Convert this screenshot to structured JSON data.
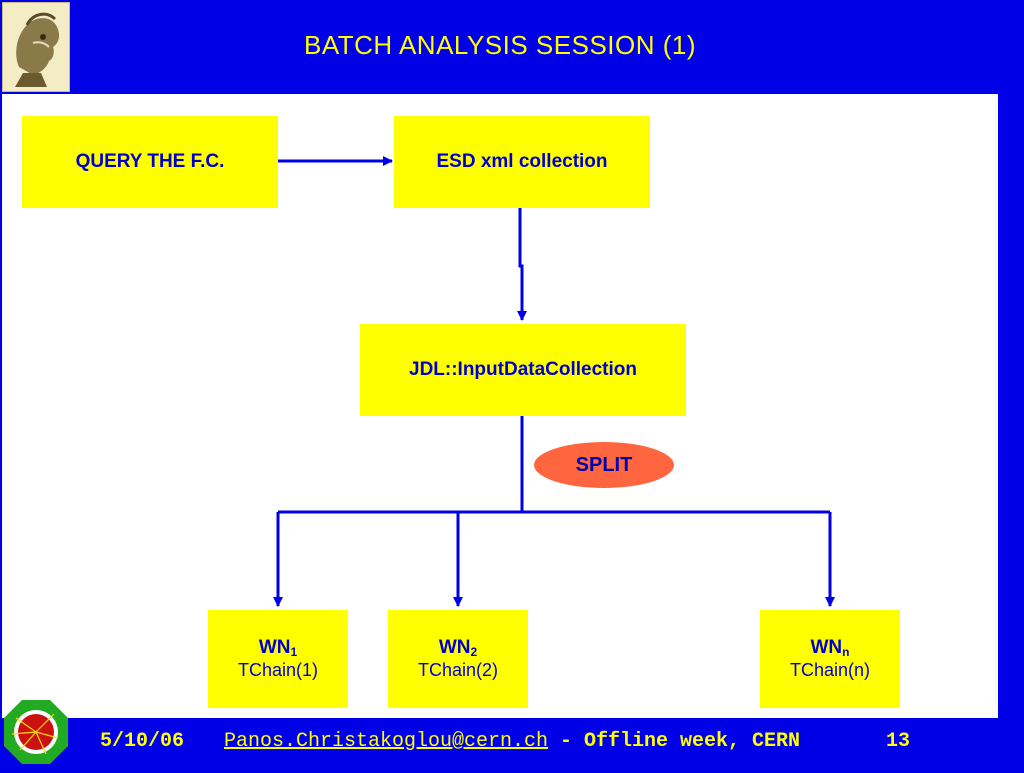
{
  "title": "BATCH ANALYSIS SESSION (1)",
  "boxes": {
    "query": "QUERY THE F.C.",
    "esd": "ESD xml collection",
    "jdl": "JDL::InputDataCollection",
    "split": "SPLIT"
  },
  "workers": [
    {
      "label": "WN",
      "sub": "1",
      "chain": "TChain(1)"
    },
    {
      "label": "WN",
      "sub": "2",
      "chain": "TChain(2)"
    },
    {
      "label": "WN",
      "sub": "n",
      "chain": "TChain(n)"
    }
  ],
  "footer": {
    "date": "5/10/06",
    "email": "Panos.Christakoglou@cern.ch",
    "event": "- Offline week, CERN",
    "page": "13"
  },
  "colors": {
    "background": "#0000e6",
    "box_fill": "#ffff00",
    "box_text": "#0000cc",
    "split_fill": "#ff6640",
    "title_text": "#ffff00"
  },
  "icons": {
    "logo": "athena-head-logo",
    "footer_logo": "particle-event-logo"
  }
}
